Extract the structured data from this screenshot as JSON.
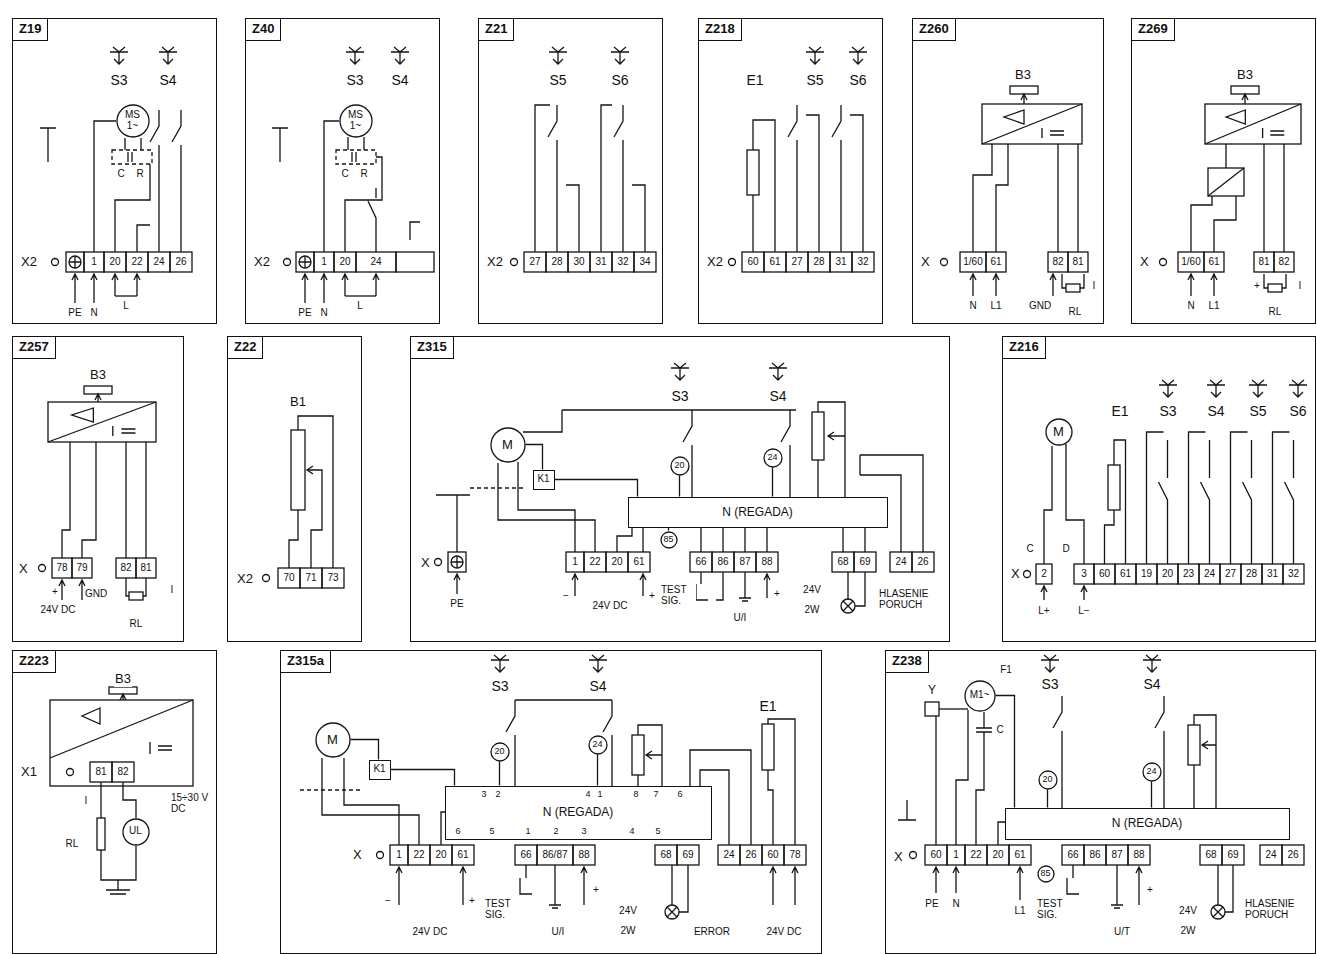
{
  "diagram": {
    "nodes": [
      {
        "text": [
          "Z19"
        ]
      },
      {
        "text": [
          "MS 1~"
        ],
        "in": 0
      },
      {
        "text": [
          "Z40"
        ]
      },
      {
        "text": [
          "MS 1~"
        ],
        "in": 2
      },
      {
        "text": [
          "Z21"
        ]
      },
      {
        "text": [
          "Z218"
        ]
      },
      {
        "text": [
          "Z260"
        ]
      },
      {
        "text": [
          "Z269"
        ]
      },
      {
        "text": [
          "Z257"
        ]
      },
      {
        "text": [
          "Z22"
        ]
      },
      {
        "text": [
          "Z315"
        ]
      },
      {
        "text": [
          "M"
        ],
        "in": 10
      },
      {
        "text": [
          "K1"
        ],
        "in": 10
      },
      {
        "text": [
          "20"
        ],
        "in": 10
      },
      {
        "text": [
          "24"
        ],
        "in": 10
      },
      {
        "text": [
          "N (REGADA)"
        ],
        "in": 10
      },
      {
        "text": [
          "85"
        ],
        "in": 10
      },
      {
        "text": [
          "Z216"
        ]
      },
      {
        "text": [
          "M"
        ],
        "in": 17
      },
      {
        "text": [
          "Z223"
        ]
      },
      {
        "text": [
          "UL"
        ],
        "in": 19
      },
      {
        "text": [
          "Z315a"
        ]
      },
      {
        "text": [
          "M"
        ],
        "in": 21
      },
      {
        "text": [
          "K1"
        ],
        "in": 21
      },
      {
        "text": [
          "20"
        ],
        "in": 21
      },
      {
        "text": [
          "24"
        ],
        "in": 21
      },
      {
        "text": [
          "N (REGADA)"
        ],
        "in": 21
      },
      {
        "text": [
          "Z238"
        ]
      },
      {
        "text": [
          "M1~"
        ],
        "in": 27
      },
      {
        "text": [
          "20"
        ],
        "in": 27
      },
      {
        "text": [
          "24"
        ],
        "in": 27
      },
      {
        "text": [
          "N (REGADA)"
        ],
        "in": 27
      },
      {
        "text": [
          "85"
        ],
        "in": 27
      }
    ],
    "edges": [
      {
        "from": 12,
        "to": 15,
        "arrow": "none"
      },
      {
        "from": 13,
        "to": 15,
        "arrow": "none"
      },
      {
        "from": 14,
        "to": 15,
        "arrow": "none"
      },
      {
        "from": 11,
        "to": 12,
        "arrow": "none"
      },
      {
        "from": 16,
        "to": 15,
        "arrow": "none"
      },
      {
        "from": 23,
        "to": 26,
        "arrow": "none"
      },
      {
        "from": 24,
        "to": 26,
        "arrow": "none"
      },
      {
        "from": 25,
        "to": 26,
        "arrow": "none"
      },
      {
        "from": 22,
        "to": 23,
        "arrow": "none"
      },
      {
        "from": 29,
        "to": 31,
        "arrow": "none"
      },
      {
        "from": 30,
        "to": 31,
        "arrow": "none"
      },
      {
        "from": 28,
        "to": 31,
        "arrow": "none"
      }
    ],
    "labels": [
      "S3",
      "S4",
      "C",
      "R",
      "X2",
      "1",
      "20",
      "22",
      "24",
      "26",
      "PE",
      "N",
      "L",
      "S3",
      "S4",
      "C",
      "R",
      "X2",
      "1",
      "20",
      "24",
      "PE",
      "N",
      "L",
      "S5",
      "S6",
      "X2",
      "27",
      "28",
      "30",
      "31",
      "32",
      "34",
      "E1",
      "S5",
      "S6",
      "X2",
      "60",
      "61",
      "27",
      "28",
      "31",
      "32",
      "B3",
      "X",
      "1/60",
      "61",
      "82",
      "81",
      "N",
      "L1",
      "GND",
      "I",
      "RL",
      "B3",
      "X",
      "1/60",
      "61",
      "81",
      "82",
      "N",
      "L1",
      "+",
      "I",
      "RL",
      "B3",
      "X",
      "78",
      "79",
      "82",
      "81",
      "+",
      "GND",
      "I",
      "24V DC",
      "RL",
      "B1",
      "X2",
      "70",
      "71",
      "73",
      "S3",
      "S4",
      "X",
      "PE",
      "1",
      "22",
      "20",
      "61",
      "66",
      "86",
      "87",
      "88",
      "68",
      "69",
      "24",
      "26",
      "−",
      "+",
      "24V DC",
      "TEST SIG.",
      "U/I",
      "+",
      "24V",
      "2W",
      "HLASENIE PORUCH",
      "E1",
      "S3",
      "S4",
      "S5",
      "S6",
      "C",
      "D",
      "X",
      "2",
      "3",
      "60",
      "61",
      "19",
      "20",
      "23",
      "24",
      "27",
      "28",
      "31",
      "32",
      "L+",
      "L−",
      "B3",
      "X1",
      "81",
      "82",
      "I",
      "RL",
      "15÷30 V DC",
      "S3",
      "S4",
      "E1",
      "3",
      "2",
      "6",
      "5",
      "1",
      "2",
      "3",
      "4",
      "1",
      "4",
      "5",
      "8",
      "7",
      "6",
      "X",
      "1",
      "22",
      "20",
      "61",
      "66",
      "86/87",
      "88",
      "68",
      "69",
      "24",
      "26",
      "60",
      "78",
      "−",
      "24V DC",
      "+",
      "TEST SIG.",
      "U/I",
      "+",
      "24V",
      "2W",
      "ERROR",
      "24V DC",
      "S3",
      "S4",
      "Y",
      "F1",
      "C",
      "X",
      "60",
      "1",
      "22",
      "20",
      "61",
      "66",
      "86",
      "87",
      "88",
      "68",
      "69",
      "24",
      "26",
      "PE",
      "N",
      "L1",
      "TEST SIG.",
      "U/T",
      "+",
      "24V",
      "2W",
      "HLASENIE PORUCH"
    ]
  }
}
